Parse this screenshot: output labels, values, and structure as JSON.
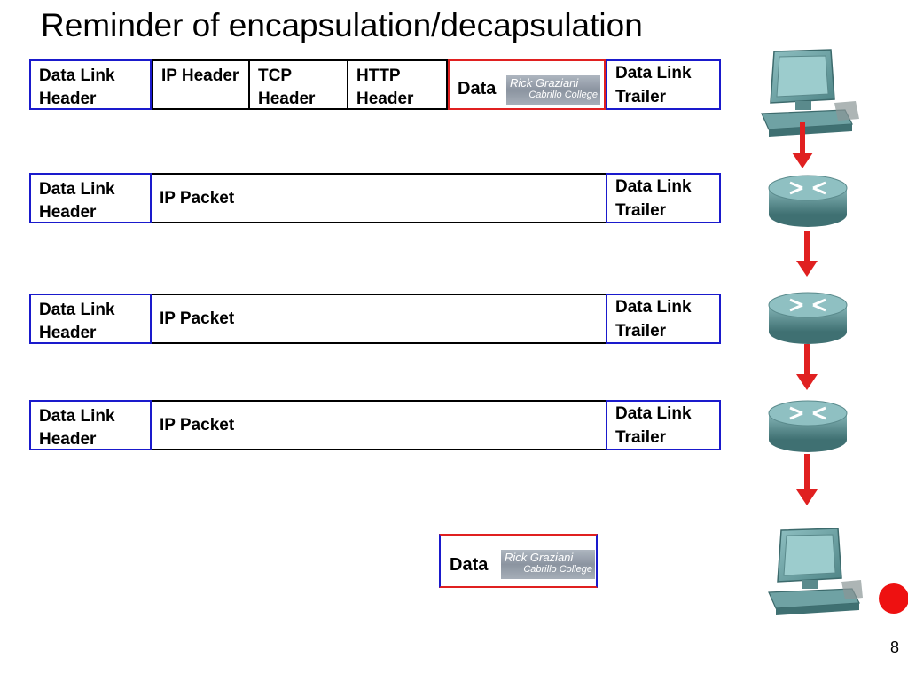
{
  "title": "Reminder of encapsulation/decapsulation",
  "page_number": "8",
  "frame": {
    "dl_header": "Data Link Header",
    "ip_header": "IP Header",
    "tcp_header": "TCP Header",
    "http_header": "HTTP Header",
    "data": "Data",
    "dl_trailer": "Data Link Trailer"
  },
  "router_frames": [
    {
      "dl_header": "Data Link Header",
      "payload": "IP Packet",
      "dl_trailer": "Data Link Trailer"
    },
    {
      "dl_header": "Data Link Header",
      "payload": "IP Packet",
      "dl_trailer": "Data Link Trailer"
    },
    {
      "dl_header": "Data Link Header",
      "payload": "IP Packet",
      "dl_trailer": "Data Link Trailer"
    }
  ],
  "final_data": "Data",
  "watermark": {
    "line1": "Rick Graziani",
    "line2": "Cabrillo College"
  },
  "colors": {
    "header_border": "#1a1acc",
    "data_border": "#e02020",
    "arrow": "#e02020",
    "device": "#5a8a8c"
  },
  "path": [
    "computer-icon",
    "router-icon",
    "router-icon",
    "router-icon",
    "computer-icon"
  ]
}
